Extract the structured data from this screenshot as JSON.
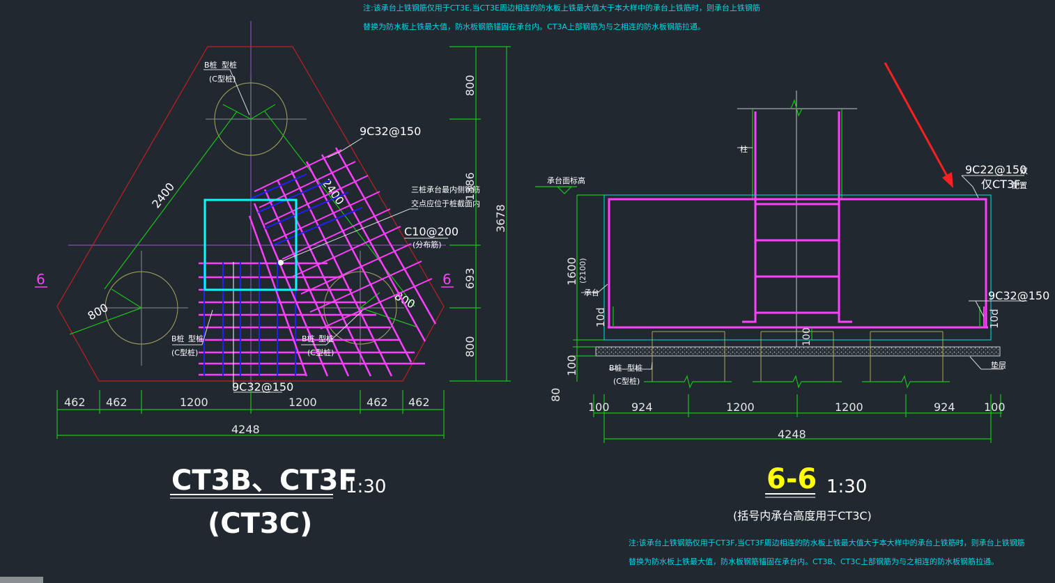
{
  "notes": {
    "top_line1": "注:该承台上铁钢筋仅用于CT3E,当CT3E周边相连的防水板上铁最大值大于本大样中的承台上铁筋时，则承台上铁钢筋",
    "top_line2": "替换为防水板上铁最大值，防水板钢筋锚固在承台内。CT3A上部钢筋为与之相连的防水板钢筋拉通。",
    "bottom_line1": "注:该承台上铁钢筋仅用于CT3F,当CT3F周边相连的防水板上铁最大值大于本大样中的承台上铁筋时，则承台上铁钢筋",
    "bottom_line2": "替换为防水板上铁最大值，防水板钢筋锚固在承台内。CT3B、CT3C上部钢筋为与之相连的防水板钢筋拉通。"
  },
  "plan": {
    "pile_label_top_1": "B桩",
    "pile_label_top_2": "型桩",
    "pile_label_top_3": "(C型桩)",
    "pile_label_left_1": "B桩",
    "pile_label_left_2": "型桩",
    "pile_label_left_3": "(C型桩)",
    "pile_label_mid_1": "B桩",
    "pile_label_mid_2": "型桩",
    "pile_label_mid_3": "(C型桩)",
    "rebar_top": "9C32@150",
    "rebar_bottom": "9C32@150",
    "note_line1": "三桩承台最内侧钢筋",
    "note_line2": "交点应位于桩截面内",
    "dist_rebar_1": "C10@200",
    "dist_rebar_2": "(分布筋)",
    "edge_2400_left": "2400",
    "edge_2400_right": "2400",
    "edge_800_left": "800",
    "edge_800_right": "800",
    "section_left": "6",
    "section_right": "6",
    "right_dims": [
      "800",
      "1386",
      "693",
      "800"
    ],
    "right_total": "3678",
    "bottom_dims": [
      "462",
      "462",
      "1200",
      "1200",
      "462",
      "462"
    ],
    "bottom_total": "4248",
    "title_main": "CT3B、CT3F",
    "title_scale": "1:30",
    "title_sub": "(CT3C)"
  },
  "section": {
    "column_label": "柱",
    "elev_label": "承台面标高",
    "cap_label": "承台",
    "cushion_label": "垫层",
    "pile_label_1": "B桩",
    "pile_label_2": "型桩",
    "pile_label_3": "(C型桩)",
    "rebar_top_1": "9C22@150",
    "rebar_top_2": "双",
    "rebar_top_3": "仅CT3F",
    "rebar_top_4": "配置",
    "rebar_bottom": "9C32@150",
    "height_1": "1600",
    "height_2": "(2100)",
    "anchor_left": "10d",
    "anchor_right": "10d",
    "embed": "100",
    "cushion_thk": "100",
    "base_80": "80",
    "bottom_dims": [
      "100",
      "924",
      "1200",
      "1200",
      "924",
      "100"
    ],
    "bottom_total": "4248",
    "title_main": "6-6",
    "title_scale": "1:30",
    "title_sub": "(括号内承台高度用于CT3C)"
  }
}
